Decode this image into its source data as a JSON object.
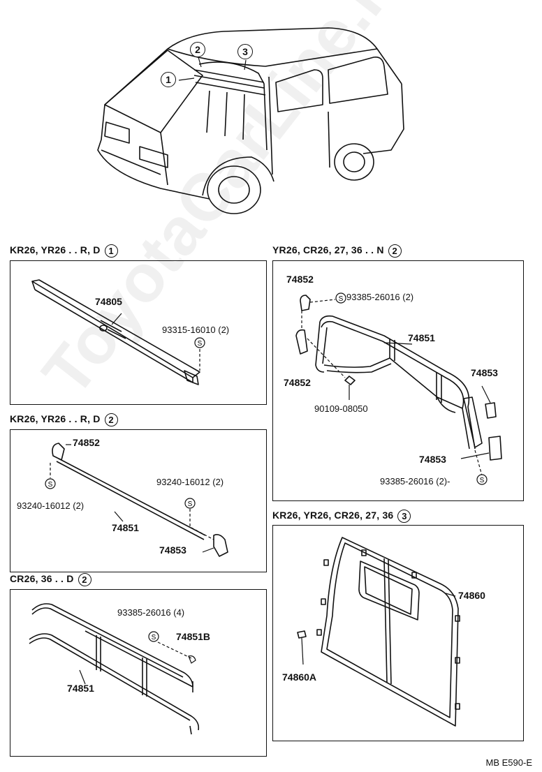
{
  "overview": {
    "callouts": [
      "1",
      "2",
      "3"
    ]
  },
  "panels": {
    "p1": {
      "header": "KR26, YR26 . . R, D",
      "num": "1",
      "parts": {
        "a": "74805",
        "b": "93315-16010 (2)"
      }
    },
    "p2": {
      "header": "KR26, YR26 . . R, D",
      "num": "2",
      "parts": {
        "a": "74852",
        "b": "93240-16012 (2)",
        "c": "93240-16012 (2)",
        "d": "74851",
        "e": "74853"
      }
    },
    "p3": {
      "header": "CR26, 36 . . D",
      "num": "2",
      "parts": {
        "a": "93385-26016 (4)",
        "b": "74851B",
        "c": "74851"
      }
    },
    "p4": {
      "header": "YR26, CR26, 27, 36 . . N",
      "num": "2",
      "parts": {
        "a": "74852",
        "b": "93385-26016 (2)",
        "c": "74851",
        "d": "74852",
        "e": "74853",
        "f": "90109-08050",
        "g": "74853",
        "h": "93385-26016 (2)-"
      }
    },
    "p5": {
      "header": "KR26, YR26, CR26, 27, 36",
      "num": "3",
      "parts": {
        "a": "74860",
        "b": "74860A"
      }
    }
  },
  "footer": "MB E590-E",
  "watermark": "ToyotaCarLine.ru"
}
